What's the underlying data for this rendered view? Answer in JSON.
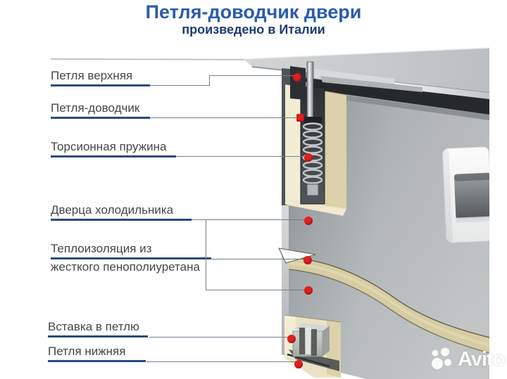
{
  "header": {
    "title": "Петля-доводчик двери",
    "subtitle": "произведено в Италии"
  },
  "callouts": [
    {
      "label": "Петля верхняя"
    },
    {
      "label": "Петля-доводчик"
    },
    {
      "label": "Торсионная пружина"
    },
    {
      "label": "Дверца холодильника"
    },
    {
      "label": "Теплоизоляция из",
      "label_line2": "жесткого пенополиуретана"
    },
    {
      "label": "Вставка в петлю"
    },
    {
      "label": "Петля нижняя"
    }
  ],
  "watermark": {
    "brand": "Avito"
  },
  "colors": {
    "title_blue": "#2b5cab",
    "subtitle_navy": "#1b3c73",
    "underline_blue": "#2b4a7e",
    "callout_dot_red": "#e2201f",
    "steel_gray": "#a7acaf",
    "foam_beige": "#eae2c4",
    "counter_gray": "#c6c9cb"
  }
}
